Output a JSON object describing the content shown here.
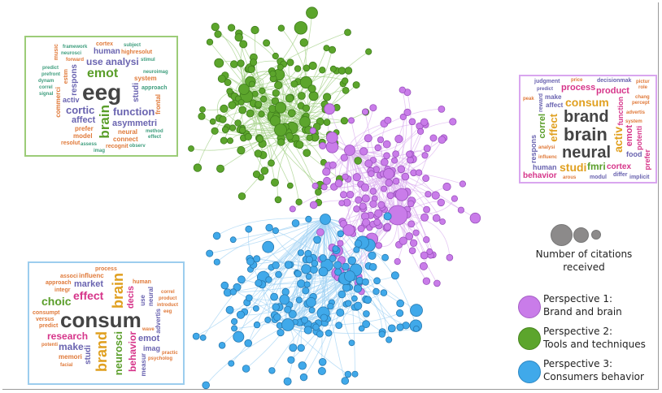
{
  "colors": {
    "perspective_1": "#c97ce9",
    "perspective_2": "#5ca52c",
    "perspective_3": "#40a9ea",
    "citation_size": "#8c8a8a"
  },
  "legend": {
    "citations_label_line1": "Number of citations",
    "citations_label_line2": "received",
    "items": [
      {
        "title": "Perspective 1:",
        "subtitle": "Brand and brain"
      },
      {
        "title": "Perspective 2:",
        "subtitle": "Tools and techniques"
      },
      {
        "title": "Perspective 3:",
        "subtitle": "Consumers behavior"
      }
    ]
  },
  "word_clouds": {
    "green": [
      "eeg",
      "emot",
      "brain",
      "cortic",
      "function",
      "asymmetri",
      "affect",
      "use analysi",
      "human",
      "activ",
      "respons",
      "studi",
      "neural",
      "connect",
      "recognit",
      "prefer",
      "model",
      "resolut",
      "system",
      "approach",
      "frontal",
      "highresolut",
      "cortex",
      "framework",
      "subject",
      "neurosci",
      "forward",
      "predict",
      "prefront",
      "dynam",
      "correl",
      "signal",
      "stimul",
      "neuroimag",
      "method",
      "effect",
      "observ",
      "assess",
      "imag",
      "commerci",
      "estim",
      "music"
    ],
    "purple": [
      "brand",
      "brain",
      "neural",
      "consum",
      "process",
      "product",
      "studi",
      "fmri",
      "behavior",
      "activ",
      "emot",
      "effect",
      "correl",
      "cortex",
      "function",
      "potenti",
      "food",
      "prefer",
      "human",
      "respons",
      "judgment",
      "decisionmak",
      "make",
      "affect",
      "differ",
      "implicit",
      "modul",
      "price",
      "role",
      "predict",
      "reward",
      "peak",
      "chang",
      "system",
      "advertis",
      "influenc",
      "arous",
      "pictur",
      "analysi",
      "percept"
    ],
    "blue": [
      "consum",
      "brain",
      "brand",
      "effect",
      "choic",
      "research",
      "make",
      "market",
      "neurosci",
      "behavior",
      "emot",
      "decis",
      "studi",
      "imag",
      "memori",
      "process",
      "influenc",
      "associ",
      "approach",
      "integr",
      "consumpt",
      "versus",
      "predict",
      "human",
      "neural",
      "correl",
      "product",
      "introduct",
      "eeg",
      "advertis",
      "use",
      "measur",
      "psycholog",
      "practic",
      "facial",
      "potenti",
      "wave"
    ]
  }
}
